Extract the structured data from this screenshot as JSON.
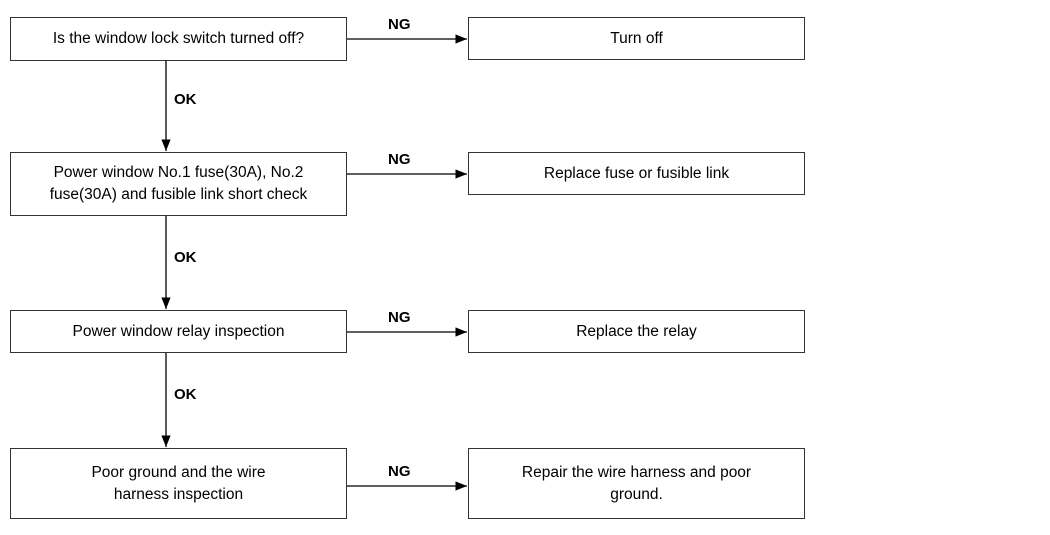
{
  "checks": [
    "Is the window lock switch turned off?",
    "Power window No.1 fuse(30A), No.2 fuse(30A) and fusible link short check",
    "Power window relay inspection",
    "Poor ground and the wire harness inspection"
  ],
  "actions": [
    "Turn off",
    "Replace fuse or fusible link",
    "Replace the relay",
    "Repair the wire harness and poor ground."
  ],
  "ng_label": "NG",
  "ok_label": "OK"
}
